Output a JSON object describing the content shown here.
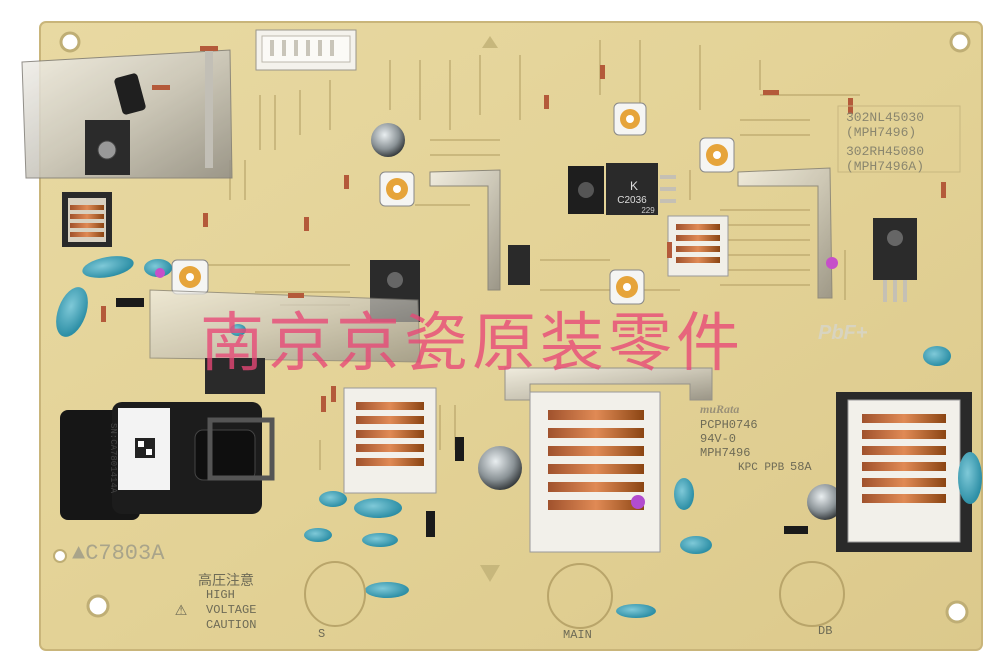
{
  "watermark_text": "南京京瓷原装零件",
  "part_numbers": {
    "p1": "302NL45030",
    "p1_sub": "(MPH7496)",
    "p2": "302RH45080",
    "p2_sub": "(MPH7496A)"
  },
  "pcb_text": {
    "code1": "PCPH0746",
    "code2": "94V-0",
    "code3": "MPH7496",
    "murata": "muRata",
    "kpc": "KPC PPB",
    "rating": "58A",
    "pbf": "PbF+",
    "c7803a": "C7803A",
    "label_sn": "SN:CA7801414A",
    "chip_k": "K",
    "chip_c2036": "C2036",
    "chip_229": "229"
  },
  "caution": {
    "chinese": "高圧注意",
    "english": "HIGH\nVOLTAGE\nCAUTION"
  },
  "connectors": {
    "s": "S",
    "main": "MAIN",
    "db": "DB"
  }
}
